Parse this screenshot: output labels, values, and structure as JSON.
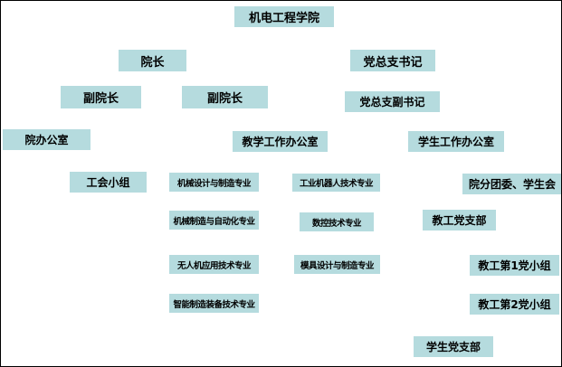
{
  "diagram": {
    "type": "org-chart",
    "title": "机电工程学院",
    "box_fill": "#b5dbde",
    "text_color": "#000000",
    "background": "#ffffff",
    "nodes": [
      {
        "id": "college",
        "label": "机电工程学院"
      },
      {
        "id": "dean",
        "label": "院长"
      },
      {
        "id": "party-secretary",
        "label": "党总支书记"
      },
      {
        "id": "vice-dean-1",
        "label": "副院长"
      },
      {
        "id": "vice-dean-2",
        "label": "副院长"
      },
      {
        "id": "deputy-party-secretary",
        "label": "党总支副书记"
      },
      {
        "id": "college-office",
        "label": "院办公室"
      },
      {
        "id": "teaching-office",
        "label": "教学工作办公室"
      },
      {
        "id": "student-office",
        "label": "学生工作办公室"
      },
      {
        "id": "union-group",
        "label": "工会小组"
      },
      {
        "id": "major-mech-design",
        "label": "机械设计与制造专业"
      },
      {
        "id": "major-industrial-robot",
        "label": "工业机器人技术专业"
      },
      {
        "id": "youth-league",
        "label": "院分团委、学生会"
      },
      {
        "id": "major-mech-automation",
        "label": "机械制造与自动化专业"
      },
      {
        "id": "major-cnc",
        "label": "数控技术专业"
      },
      {
        "id": "staff-party-branch",
        "label": "教工党支部"
      },
      {
        "id": "major-uav",
        "label": "无人机应用技术专业"
      },
      {
        "id": "major-mold",
        "label": "模具设计与制造专业"
      },
      {
        "id": "staff-party-group-1",
        "label": "教工第1党小组"
      },
      {
        "id": "major-smart-mfg",
        "label": "智能制造装备技术专业"
      },
      {
        "id": "staff-party-group-2",
        "label": "教工第2党小组"
      },
      {
        "id": "student-party-branch",
        "label": "学生党支部"
      }
    ]
  }
}
